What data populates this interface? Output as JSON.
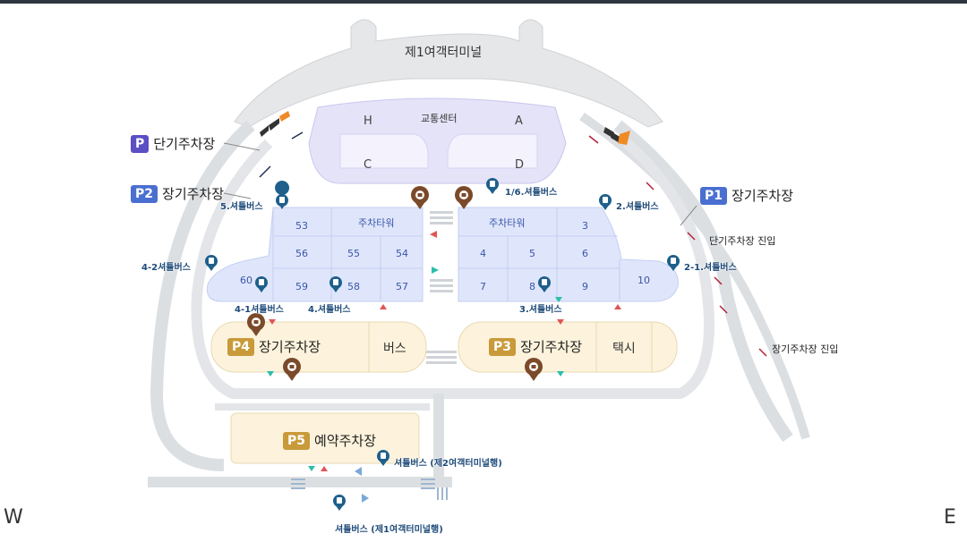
{
  "terminal": {
    "name": "제1여객터미널"
  },
  "transport_center": {
    "label": "교통센터",
    "zones": [
      "H",
      "A",
      "C",
      "D"
    ]
  },
  "parking": {
    "short_term": {
      "badge": "P",
      "label": "단기주차장"
    },
    "p2": {
      "badge": "P2",
      "label": "장기주차장"
    },
    "p1": {
      "badge": "P1",
      "label": "장기주차장"
    },
    "p4": {
      "badge": "P4",
      "label": "장기주차장"
    },
    "p3": {
      "badge": "P3",
      "label": "장기주차장"
    },
    "p5": {
      "badge": "P5",
      "label": "예약주차장"
    },
    "bus": "버스",
    "taxi": "택시"
  },
  "parking_tower": {
    "west_label": "주차타워",
    "east_label": "주차타워",
    "west_cells": [
      "53",
      "56",
      "55",
      "54",
      "60",
      "59",
      "58",
      "57"
    ],
    "east_cells": [
      "3",
      "4",
      "5",
      "6",
      "7",
      "8",
      "9",
      "10"
    ]
  },
  "shuttles": {
    "s5": "5.셔틀버스",
    "s16": "1/6.셔틀버스",
    "s2": "2.셔틀버스",
    "s42": "4-2셔틀버스",
    "s21": "2-1.셔틀버스",
    "s41": "4-1셔틀버스",
    "s4": "4.셔틀버스",
    "s3": "3.셔틀버스",
    "t2": "셔틀버스 (제2여객터미널행)",
    "t1": "셔틀버스 (제1여객터미널행)"
  },
  "entrances": {
    "short": "단기주차장 진입",
    "long": "장기주차장 진입"
  },
  "compass": {
    "west": "W",
    "east": "E"
  },
  "colors": {
    "road": "#d7dadd",
    "tower": "#dfe6fb",
    "parking_area": "#fdf3dc",
    "shuttle_pin": "#1f5f8b",
    "taxi_pin": "#7a4a2a",
    "entry_arrow": "#b3203a"
  }
}
